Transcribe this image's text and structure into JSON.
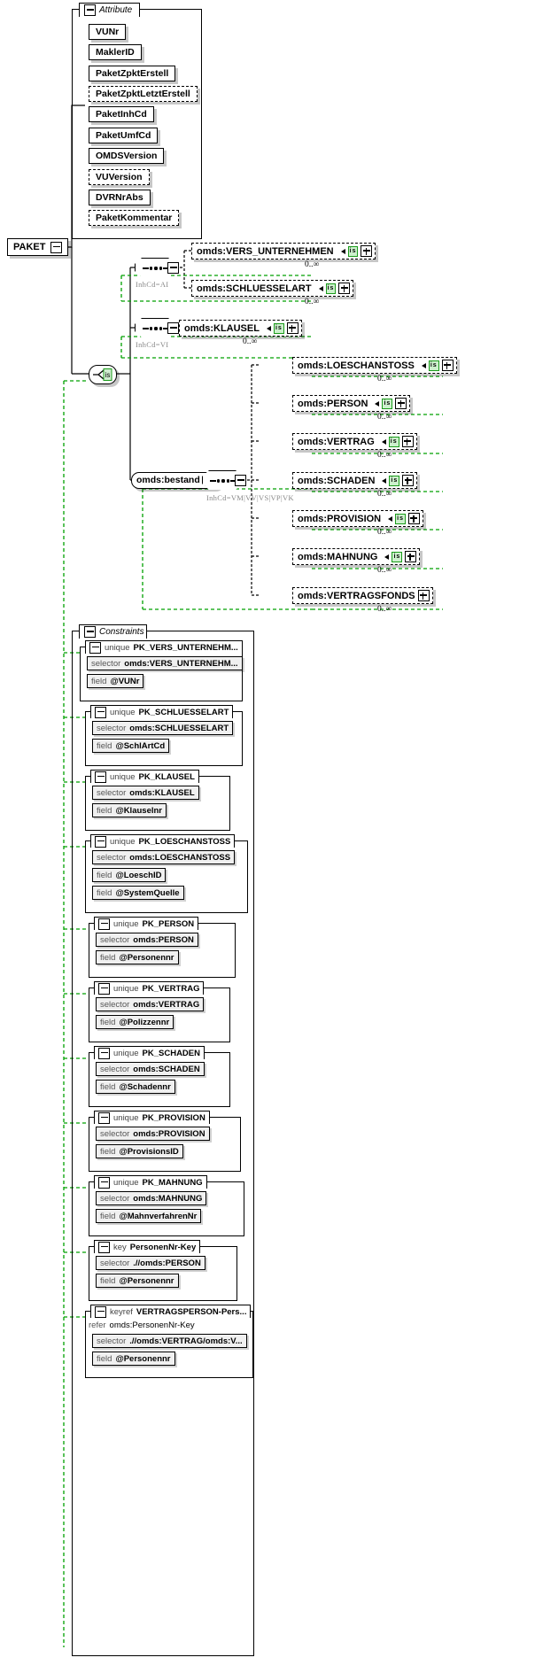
{
  "diagram": {
    "root": {
      "label": "PAKET",
      "toggle": "minus"
    },
    "attribute_group": {
      "title": "Attribute",
      "toggle": "minus",
      "items": [
        {
          "label": "VUNr",
          "optional": false
        },
        {
          "label": "MaklerID",
          "optional": false
        },
        {
          "label": "PaketZpktErstell",
          "optional": false
        },
        {
          "label": "PaketZpktLetztErstell",
          "optional": true
        },
        {
          "label": "PaketInhCd",
          "optional": false
        },
        {
          "label": "PaketUmfCd",
          "optional": false
        },
        {
          "label": "OMDSVersion",
          "optional": false
        },
        {
          "label": "VUVersion",
          "optional": true
        },
        {
          "label": "DVRNrAbs",
          "optional": false
        },
        {
          "label": "PaketKommentar",
          "optional": true
        }
      ]
    },
    "conditions": {
      "seq_ai": "InhCd=AI",
      "seq_vi": "InhCd=VI",
      "seq_bestand": "InhCd=VM|VV|VS|VP|VK"
    },
    "bestand": {
      "label": "omds:bestand",
      "toggle": "minus"
    },
    "branch_ai": [
      {
        "label": "omds:VERS_UNTERNEHMEN",
        "badge": "is",
        "toggle": "plus",
        "occurrence": "0..∞"
      },
      {
        "label": "omds:SCHLUESSELART",
        "badge": "is",
        "toggle": "plus",
        "occurrence": "0..∞"
      }
    ],
    "branch_vi": [
      {
        "label": "omds:KLAUSEL",
        "badge": "is",
        "toggle": "plus",
        "occurrence": "0..∞"
      }
    ],
    "branch_bestand": [
      {
        "label": "omds:LOESCHANSTOSS",
        "badge": "is",
        "toggle": "plus",
        "occurrence": "0..∞"
      },
      {
        "label": "omds:PERSON",
        "badge": "is",
        "toggle": "plus",
        "occurrence": "0..∞"
      },
      {
        "label": "omds:VERTRAG",
        "badge": "is",
        "toggle": "plus",
        "occurrence": "0..∞"
      },
      {
        "label": "omds:SCHADEN",
        "badge": "is",
        "toggle": "plus",
        "occurrence": "0..∞"
      },
      {
        "label": "omds:PROVISION",
        "badge": "is",
        "toggle": "plus",
        "occurrence": "0..∞"
      },
      {
        "label": "omds:MAHNUNG",
        "badge": "is",
        "toggle": "plus",
        "occurrence": "0..∞"
      },
      {
        "label": "omds:VERTRAGSFONDS",
        "badge": "",
        "toggle": "plus",
        "occurrence": "0..∞"
      }
    ],
    "constraints": {
      "title": "Constraints",
      "toggle": "minus",
      "blocks": [
        {
          "kind": "unique",
          "name": "PK_VERS_UNTERNEHM...",
          "rows": [
            {
              "kw": "selector",
              "val": "omds:VERS_UNTERNEHM..."
            },
            {
              "kw": "field",
              "val": "@VUNr"
            }
          ]
        },
        {
          "kind": "unique",
          "name": "PK_SCHLUESSELART",
          "rows": [
            {
              "kw": "selector",
              "val": "omds:SCHLUESSELART"
            },
            {
              "kw": "field",
              "val": "@SchlArtCd"
            }
          ]
        },
        {
          "kind": "unique",
          "name": "PK_KLAUSEL",
          "rows": [
            {
              "kw": "selector",
              "val": "omds:KLAUSEL"
            },
            {
              "kw": "field",
              "val": "@Klauselnr"
            }
          ]
        },
        {
          "kind": "unique",
          "name": "PK_LOESCHANSTOSS",
          "rows": [
            {
              "kw": "selector",
              "val": "omds:LOESCHANSTOSS"
            },
            {
              "kw": "field",
              "val": "@LoeschID"
            },
            {
              "kw": "field",
              "val": "@SystemQuelle"
            }
          ]
        },
        {
          "kind": "unique",
          "name": "PK_PERSON",
          "rows": [
            {
              "kw": "selector",
              "val": "omds:PERSON"
            },
            {
              "kw": "field",
              "val": "@Personennr"
            }
          ]
        },
        {
          "kind": "unique",
          "name": "PK_VERTRAG",
          "rows": [
            {
              "kw": "selector",
              "val": "omds:VERTRAG"
            },
            {
              "kw": "field",
              "val": "@Polizzennr"
            }
          ]
        },
        {
          "kind": "unique",
          "name": "PK_SCHADEN",
          "rows": [
            {
              "kw": "selector",
              "val": "omds:SCHADEN"
            },
            {
              "kw": "field",
              "val": "@Schadennr"
            }
          ]
        },
        {
          "kind": "unique",
          "name": "PK_PROVISION",
          "rows": [
            {
              "kw": "selector",
              "val": "omds:PROVISION"
            },
            {
              "kw": "field",
              "val": "@ProvisionsID"
            }
          ]
        },
        {
          "kind": "unique",
          "name": "PK_MAHNUNG",
          "rows": [
            {
              "kw": "selector",
              "val": "omds:MAHNUNG"
            },
            {
              "kw": "field",
              "val": "@MahnverfahrenNr"
            }
          ]
        },
        {
          "kind": "key",
          "name": "PersonenNr-Key",
          "rows": [
            {
              "kw": "selector",
              "val": ".//omds:PERSON"
            },
            {
              "kw": "field",
              "val": "@Personennr"
            }
          ]
        },
        {
          "kind": "keyref",
          "name": "VERTRAGSPERSON-Pers...",
          "refer": {
            "kw": "refer",
            "val": "omds:PersonenNr-Key"
          },
          "rows": [
            {
              "kw": "selector",
              "val": ".//omds:VERTRAG/omds:V..."
            },
            {
              "kw": "field",
              "val": "@Personennr"
            }
          ]
        }
      ]
    },
    "colors": {
      "line": "#000000",
      "green": "#00a000",
      "badge_bg": "#ccf0cc",
      "badge_border": "#1a9b1a",
      "shadow": "rgba(0,0,0,0.22)",
      "cond_text": "#8a8a8a",
      "row_bg": "#f0f0f0"
    }
  }
}
